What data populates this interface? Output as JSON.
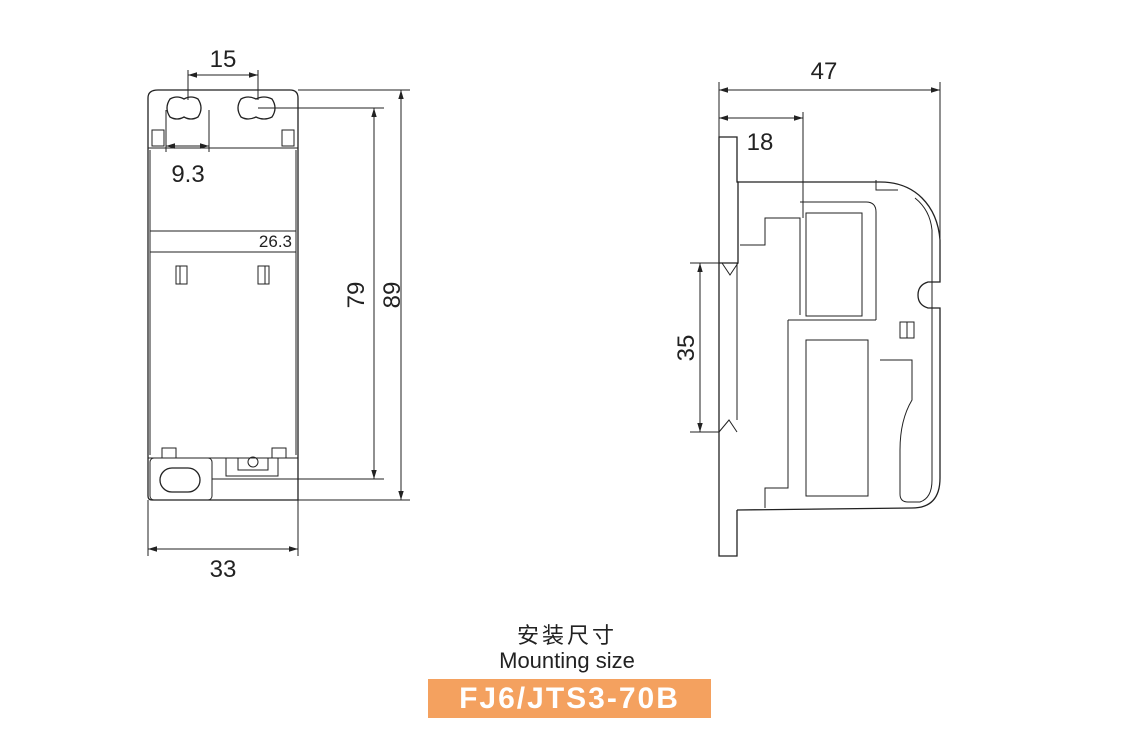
{
  "front_view": {
    "dim_hole_spacing": "15",
    "dim_hole_offset": "9.3",
    "dim_inner_width": "26.3",
    "dim_inner_height": "79",
    "dim_total_height": "89",
    "dim_total_width": "33"
  },
  "side_view": {
    "dim_total_depth": "47",
    "dim_base_depth": "18",
    "dim_rail_height": "35"
  },
  "caption": {
    "title_cn": "安装尺寸",
    "title_en": "Mounting size",
    "model": "FJ6/JTS3-70B"
  },
  "colors": {
    "line": "#222222",
    "badge_background": "#f4a15f",
    "badge_text": "#ffffff"
  }
}
